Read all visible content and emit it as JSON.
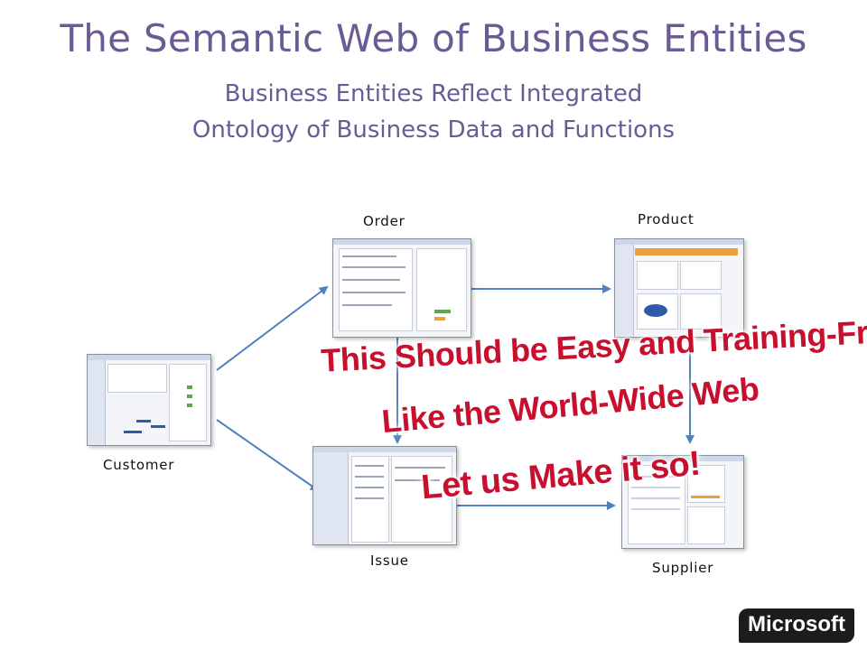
{
  "slide": {
    "title": "The Semantic Web of Business Entities",
    "subtitle": "Business Entities Reflect Integrated Ontology of Business Data and Functions"
  },
  "entities": {
    "order": "Order",
    "product": "Product",
    "customer": "Customer",
    "issue": "Issue",
    "supplier": "Supplier"
  },
  "callouts": {
    "line1": "This Should be Easy and Training-Free",
    "line2": "Like the World-Wide Web",
    "line3": "Let us Make it so!"
  },
  "logo": "Microsoft",
  "colors": {
    "title": "#6b5b95",
    "arrow": "#4f81bd",
    "callout": "#c8102e"
  }
}
